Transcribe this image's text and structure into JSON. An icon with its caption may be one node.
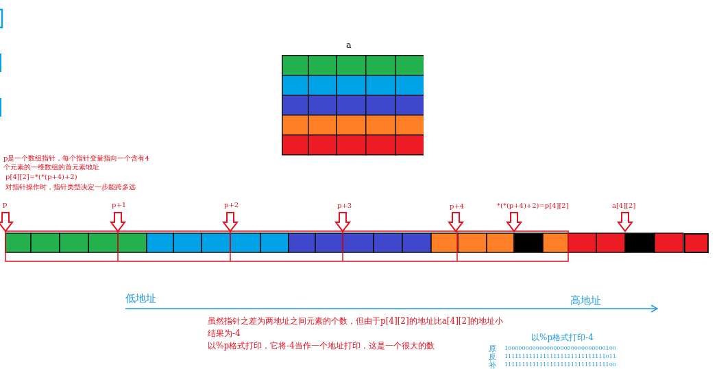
{
  "diagram": {
    "nodes": [
      {
        "text": [
          "a"
        ]
      },
      {
        "text": [
          "p"
        ]
      },
      {
        "text": [
          "p+1"
        ]
      },
      {
        "text": [
          "p+2"
        ]
      },
      {
        "text": [
          "p+3"
        ]
      },
      {
        "text": [
          "p+4"
        ]
      },
      {
        "text": [
          "*(*(p+4)+2)=p[4][2]"
        ]
      },
      {
        "text": [
          "a[4][2]"
        ]
      },
      {
        "text": [
          "低地址"
        ]
      },
      {
        "text": [
          "高地址"
        ]
      }
    ],
    "edges": [
      {
        "from": 1,
        "to": null,
        "arrow": "to"
      },
      {
        "from": 2,
        "to": null,
        "arrow": "to"
      },
      {
        "from": 3,
        "to": null,
        "arrow": "to"
      },
      {
        "from": 4,
        "to": null,
        "arrow": "to"
      },
      {
        "from": 5,
        "to": null,
        "arrow": "to"
      },
      {
        "from": 6,
        "to": null,
        "arrow": "to"
      },
      {
        "from": 7,
        "to": null,
        "arrow": "to"
      },
      {
        "from": 8,
        "to": 9,
        "arrow": "to",
        "color": "#1e9ae0"
      }
    ],
    "labels": [
      "p是一个数组指针，每个指针变量指向一个含有4个元素的一维数组的首元素地址",
      "p[4][2]=*(*(p+4)+2)",
      "对指针操作时，指针类型决定一步能跨多远",
      "虽然指针之差为两地址之间元素的个数，但由于p[4][2]的地址比a[4][2]的地址小",
      "结果为-4",
      "以%p格式打印，它将-4当作一个地址打印，这是一个很大的数",
      "以%p格式打印-4",
      "原",
      "10000000000000000000000000000100",
      "反",
      "11111111111111111111111111111011",
      "补",
      "11111111111111111111111111111100"
    ]
  }
}
